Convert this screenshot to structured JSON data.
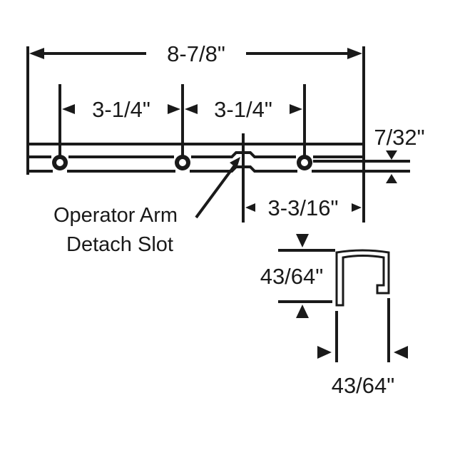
{
  "diagram": {
    "type": "technical-dimension-drawing",
    "subject": "operator arm track / rail",
    "line_color": "#1a1a1a",
    "background": "#ffffff"
  },
  "dimensions": {
    "overall_length": "8-7/8\"",
    "hole_spacing_1": "3-1/4\"",
    "hole_spacing_2": "3-1/4\"",
    "rail_thickness": "7/32\"",
    "slot_to_end": "3-3/16\"",
    "profile_height": "43/64\"",
    "profile_width": "43/64\""
  },
  "labels": {
    "callout_line1": "Operator Arm",
    "callout_line2": "Detach Slot"
  }
}
